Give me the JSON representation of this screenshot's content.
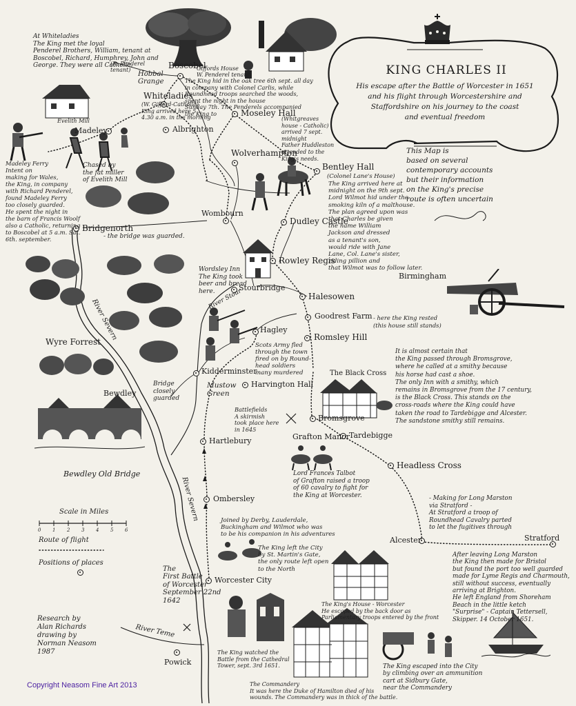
{
  "title": "KING CHARLES II",
  "subtitle": "His escape after the Battle of Worcester in 1651\nand his flight through Worcestershire and\nStaffordshire on his journey to the coast\nand eventual freedom",
  "map_note": "This Map is\nbased on several\ncontemporary accounts\nbut their information\non the King's precise\nroute is often uncertain",
  "legend": {
    "scale_label": "Scale in Miles",
    "scale_ticks": [
      "0",
      "1",
      "2",
      "3",
      "4",
      "5",
      "6"
    ],
    "route_label": "Route of flight",
    "places_label": "Positions of places"
  },
  "credit": "Research by\nAlan Richards\ndrawing by\nNorman Neasom\n1987",
  "copyright": "Copyright Neasom Fine Art 2013",
  "places": {
    "boscobel": "Boscobel",
    "hobbal_grange": "Hobbal\nGrange",
    "whiteladies": "Whiteladies",
    "albrighton": "Albrighton",
    "madeley": "Madeley",
    "moseley_hall": "Moseley Hall",
    "wolverhampton": "Wolverhampton",
    "bentley_hall": "Bentley Hall",
    "wombourn": "Wombourn",
    "dudley_castle": "Dudley Castle",
    "bridgenorth": "Bridgenorth",
    "rowley_regis": "Rowley Regis",
    "birmingham": "Birmingham",
    "stourbridge": "Stourbridge",
    "halesowen": "Halesowen",
    "goodrest_farm": "Goodrest Farm",
    "hagley": "Hagley",
    "romsley_hill": "Romsley Hill",
    "wyre_forest": "Wyre Forrest",
    "kidderminster": "Kidderminster",
    "mustow_green": "Mustow\nGreen",
    "harvington_hall": "Harvington Hall",
    "bewdley": "Bewdley",
    "bromsgrove": "Bromsgrove",
    "tardebigge": "Tardebigge",
    "grafton_manor": "Grafton Manor",
    "hartlebury": "Hartlebury",
    "headless_cross": "Headless Cross",
    "ombersley": "Ombersley",
    "alcester": "Alcester",
    "stratford": "Stratford",
    "worcester_city": "Worcester City",
    "powick": "Powick",
    "river_severn_1": "River Severn",
    "river_severn_2": "River Severn",
    "river_stour": "River Stour",
    "river_teme": "River Teme",
    "the_black_cross": "The Black Cross",
    "bewdley_old_bridge": "Bewdley Old Bridge"
  },
  "notes": {
    "whiteladies_meet": "At Whiteladies\nThe King met the loyal\nPenderel Brothers, William, tenant at\nBoscobel, Richard, Humphrey, John and\nGeorge. They were all Catholic.",
    "penderel_tenant": "(R. Penderel\ntenant)",
    "giffords_house": "Giffords House\nW. Penderel tenant",
    "oak_tree": "The King hid in the oak tree 6th sept. all day\nin company with Colonel Carlis, while\nRoundhead troops searched the woods,\nspent the night in the house\nSunday 7th. The Penderels accompanied\nthe King to",
    "whiteladies_catholic": "(W. Gifford-Catholic)\nKing arrived here 5\n4.30 a.m. in the morning",
    "evelith_mill": "Evelith Mill",
    "whitgreaves": "(Whitgreaves\nhouse - Catholic)\narrived 7 sept.\nmidnight\nFather Huddleston\nattended to the\nKing's needs.",
    "madeley_ferry": "Madeley Ferry\nIntent on\nmaking for Wales,\nthe King, in company\nwith Richard Penderel,\nfound Madeley Ferry\ntoo closely guarded.\nHe spent the night in\nthe barn of Francis Woolf\nalso a Catholic, returning\nto Boscobel at 5 a.m. Sat.\n6th. september.",
    "chased": "Chased by\nthe fat miller\nof Evelith Mill",
    "bentley_colonel": "(Colonel Lane's House)",
    "bentley_story": "The King arrived here at\nmidnight on the 9th sept.\nLord Wilmot hid under the\nsmoking kiln of a malthouse.\nThe plan agreed upon was\nthat Charles be given\nthe name William\nJackson and dressed\nas a tenant's son,\nwould ride with Jane\nLane, Col. Lane's sister,\nriding pillion and\nthat Wilmot was to follow later.",
    "bridge_guarded": "- the bridge was guarded.",
    "wordsley_inn": "Wordsley Inn\nThe King took\nbeer and bread\nhere.",
    "goodrest_note": "- here the King rested\n(this house still stands)",
    "scots_army": "Scots Army fled\nthrough the town\nfired on by Round-\nhead soldiers\nmany murdered",
    "bewdley_bridge": "Bridge\nclosely\nguarded",
    "bromsgrove_note": "It is almost certain that\nthe King passed through Bromsgrove,\nwhere he called at a smithy because\nhis horse had cast a shoe.\nThe only Inn with a smithy, which\nremains in Bromsgrove from the 17 century,\nis the Black Cross. This stands on the\ncross-roads where the King could have\ntaken the road to Tardebigge and Alcester.\nThe sandstone smithy still remains.",
    "battlefields": "Battlefields\nA skirmish\ntook place here\nin 1645",
    "lord_talbot": "Lord Frances Talbot\nof Grafton raised a troop\nof 60 cavalry to fight for\nthe King at Worcester.",
    "long_marston": "- Making for Long Marston\nvia Stratford -\nAt Stratford a troop of\nRoundhead Cavalry parted\nto let the fugitives through",
    "derby_joined": "Joined by Derby, Lauderdale,\nBuckingham and Wilmot who was\nto be his companion in his adventures",
    "left_city": "The King left the City\nby St. Martin's Gate,\nthe only route left open\nto the North",
    "first_battle": "The\nFirst Battle\nof Worcester\nSeptember 22nd\n1642",
    "kings_house": "The King's House - Worcester\nHe escaped by the back door as\nParliamentary troops entered by the front",
    "after_marston": "After leaving Long Marston\nthe King then made for Bristol\nbut found the port too well guarded\nmade for Lyme Regis and Charmouth,\nstill without success, eventually\narriving at Brighton.\nHe left England from Shoreham\nBeach in the little ketch\n\"Surprise\" - Captain Tettersell,\nSkipper. 14 October 1651.",
    "watched_battle": "The King watched the\nBattle from the Cathedral\nTower, sept. 3rd 1651.",
    "commandery": "The Commandery\nIt was here the Duke of Hamilton died of his\nwounds. The Commandery was in thick of the battle.",
    "escaped_city": "The King escaped into the City\nby climbing over an ammunition\ncart at Sidbury Gate,\nnear the Commandery"
  },
  "illustrations": [
    "crown-icon",
    "oak-tree-illustration",
    "boscobel-house-illustration",
    "evelith-mill-illustration",
    "musketeer-illustration",
    "horse-riders-illustration",
    "cannon-illustration",
    "stourbridge-house-illustration",
    "bewdley-bridge-illustration",
    "black-cross-inn-illustration",
    "cavalry-illustration",
    "kings-house-illustration",
    "commandery-illustration",
    "cathedral-scene-illustration",
    "ship-illustration"
  ]
}
